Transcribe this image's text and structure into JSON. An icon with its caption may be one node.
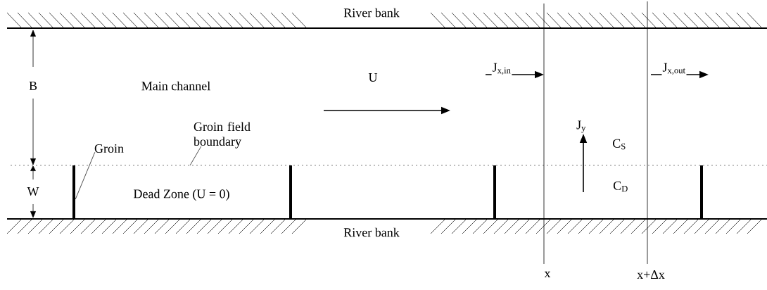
{
  "diagram": {
    "nodes": [
      {
        "text": [
          "Groin field boundary"
        ]
      },
      {
        "text": [
          "Groin"
        ]
      },
      {
        "text": [],
        "shape": "bar"
      },
      {
        "text": [],
        "shape": "bar"
      },
      {
        "text": [],
        "shape": "bar"
      },
      {
        "text": [],
        "shape": "bar"
      }
    ],
    "edges": [
      {
        "from": 0,
        "to": null,
        "arrow": "none"
      },
      {
        "from": 1,
        "to": 2,
        "arrow": "none"
      }
    ],
    "labels": [
      "River bank",
      "B",
      "Main channel",
      "J$_{x,in}$",
      "J$_{x,out}$",
      "U",
      "J$_{y}$",
      "C$_{S}$",
      "W",
      "Dead Zone (U = 0)",
      "C$_{D}$",
      "River bank",
      "x",
      "x+Δx"
    ]
  }
}
